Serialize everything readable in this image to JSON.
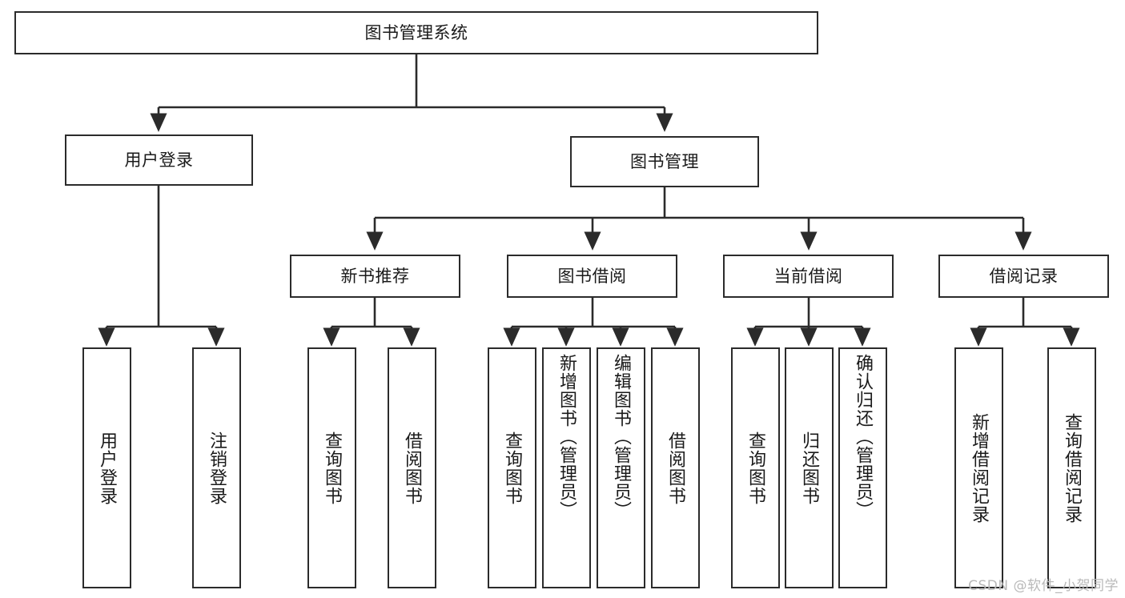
{
  "diagram": {
    "title": "图书管理系统",
    "type": "tree-hierarchy",
    "watermark": "CSDN @软件_小贺同学",
    "colors": {
      "stroke": "#2b2b2b",
      "fill": "#ffffff",
      "text": "#1a1a1a",
      "watermark": "#b9b9b9"
    },
    "levels": {
      "root": {
        "label": "图书管理系统"
      },
      "level1": [
        {
          "id": "user-login",
          "label": "用户登录"
        },
        {
          "id": "book-management",
          "label": "图书管理"
        }
      ],
      "level2": [
        {
          "id": "new-book-recommend",
          "label": "新书推荐",
          "parent": "book-management"
        },
        {
          "id": "book-borrow",
          "label": "图书借阅",
          "parent": "book-management"
        },
        {
          "id": "current-borrow",
          "label": "当前借阅",
          "parent": "book-management"
        },
        {
          "id": "borrow-record",
          "label": "借阅记录",
          "parent": "book-management"
        }
      ],
      "leaves": {
        "user-login": [
          {
            "id": "leaf-user-login",
            "label": "用户登录"
          },
          {
            "id": "leaf-logout",
            "label": "注销登录"
          }
        ],
        "new-book-recommend": [
          {
            "id": "leaf-query-book-1",
            "label": "查询图书"
          },
          {
            "id": "leaf-borrow-book-1",
            "label": "借阅图书"
          }
        ],
        "book-borrow": [
          {
            "id": "leaf-query-book-2",
            "label": "查询图书"
          },
          {
            "id": "leaf-add-book",
            "label": "新增图书（管理员）"
          },
          {
            "id": "leaf-edit-book",
            "label": "编辑图书（管理员）"
          },
          {
            "id": "leaf-borrow-book-2",
            "label": "借阅图书"
          }
        ],
        "current-borrow": [
          {
            "id": "leaf-query-book-3",
            "label": "查询图书"
          },
          {
            "id": "leaf-return-book",
            "label": "归还图书"
          },
          {
            "id": "leaf-confirm-return",
            "label": "确认归还（管理员）"
          }
        ],
        "borrow-record": [
          {
            "id": "leaf-add-record",
            "label": "新增借阅记录"
          },
          {
            "id": "leaf-query-record",
            "label": "查询借阅记录"
          }
        ]
      }
    }
  }
}
